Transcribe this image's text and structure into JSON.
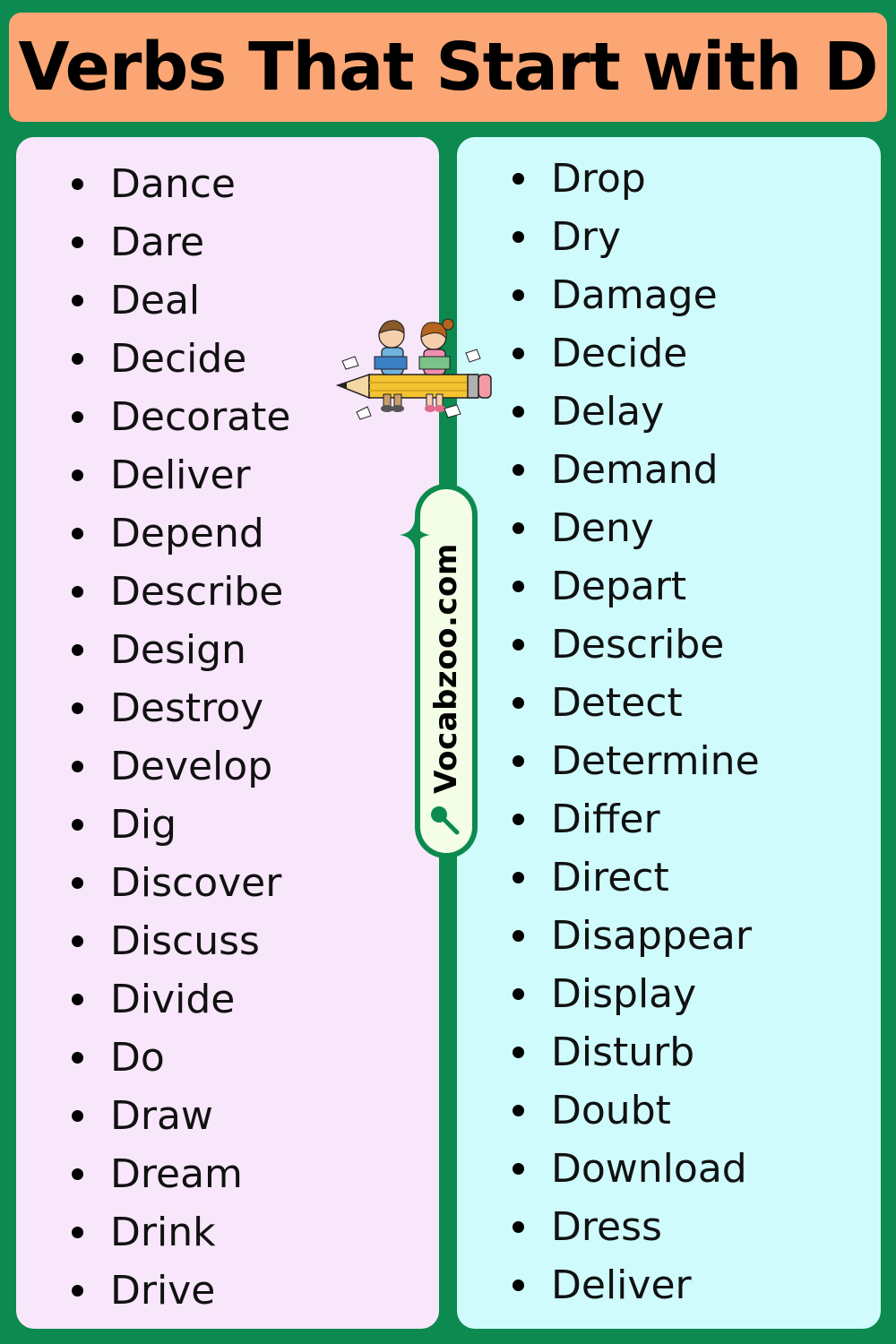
{
  "title": "Verbs That Start with D",
  "left_words": [
    "Dance",
    "Dare",
    "Deal",
    "Decide",
    "Decorate",
    "Deliver",
    "Depend",
    "Describe",
    "Design",
    "Destroy",
    "Develop",
    "Dig",
    "Discover",
    "Discuss",
    "Divide",
    "Do",
    "Draw",
    "Dream",
    "Drink",
    "Drive"
  ],
  "right_words": [
    "Drop",
    "Dry",
    "Damage",
    "Decide",
    "Delay",
    "Demand",
    "Deny",
    "Depart",
    "Describe",
    "Detect",
    "Determine",
    "Differ",
    "Direct",
    "Disappear",
    "Display",
    "Disturb",
    "Doubt",
    "Download",
    "Dress",
    "Deliver"
  ],
  "brand": "Vocabzoo.com",
  "icons": [
    "sparkle-icon",
    "magnifier-icon",
    "kids-reading-illustration"
  ],
  "colors": {
    "background": "#0c8a4f",
    "title_bar": "#fba674",
    "left_panel": "#f8e6fb",
    "right_panel": "#cffbfd"
  }
}
